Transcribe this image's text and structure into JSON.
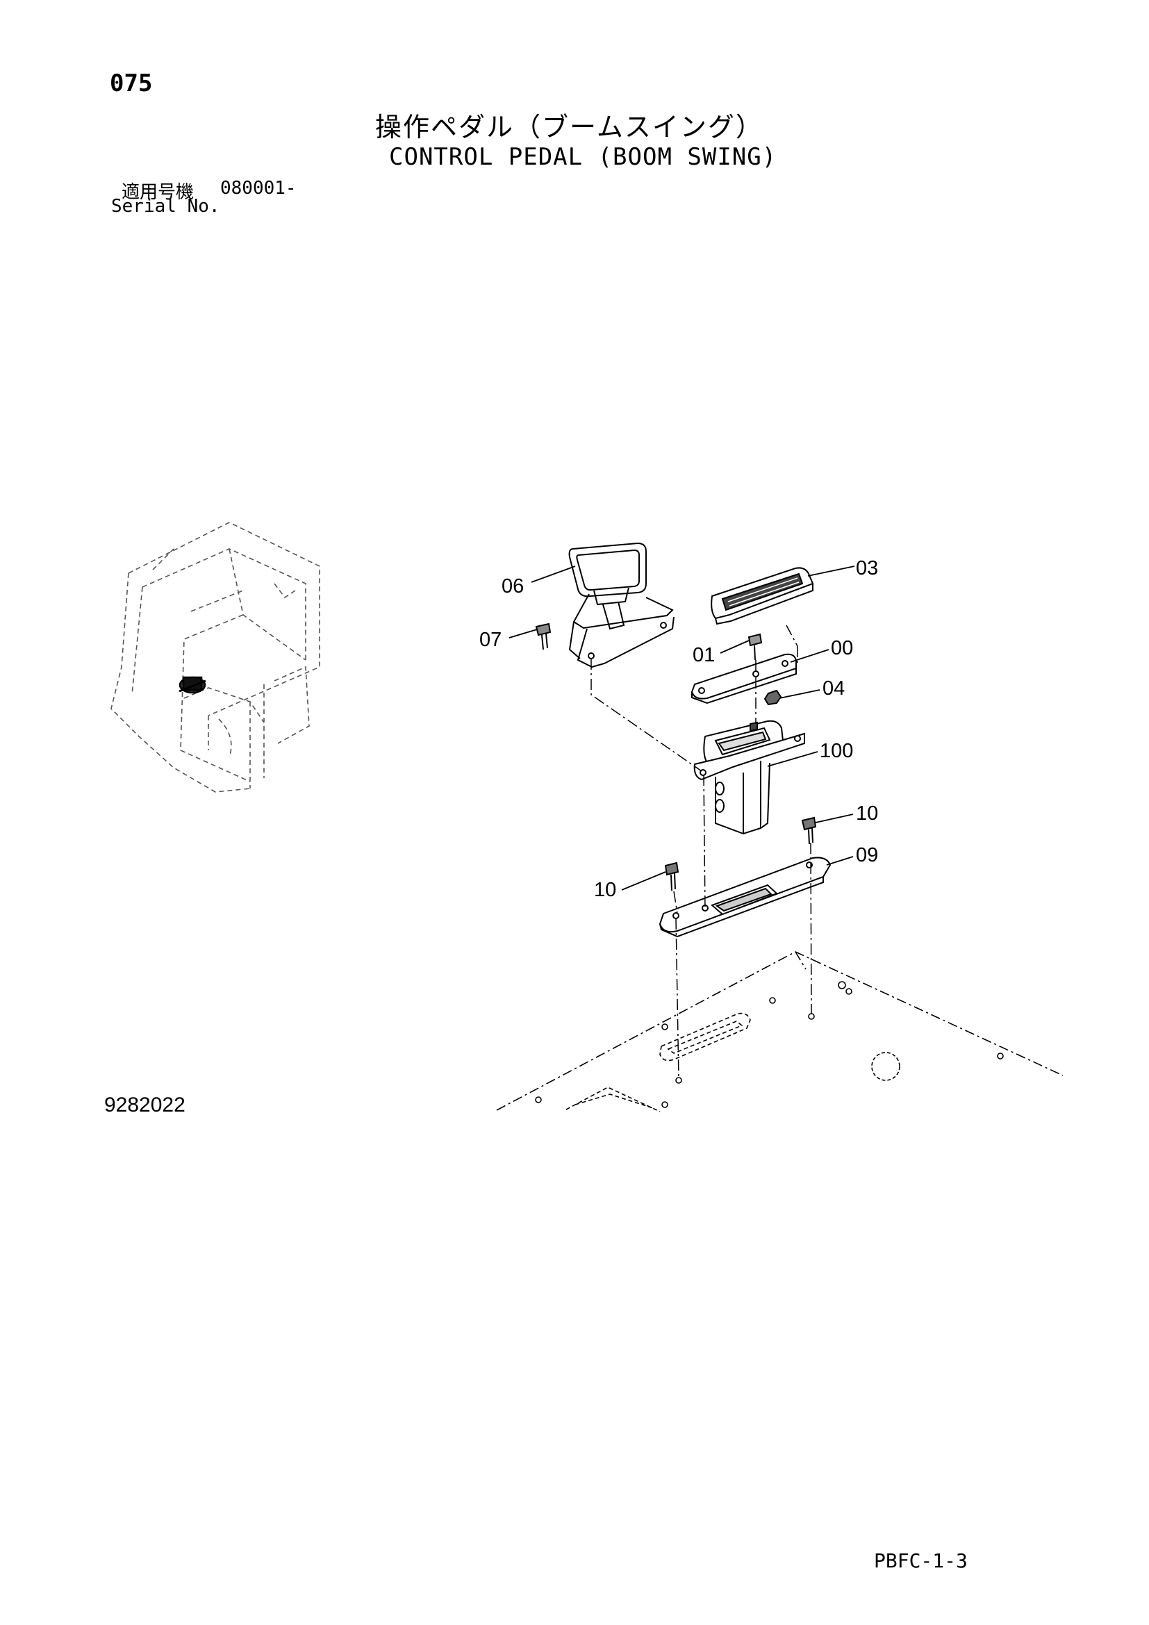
{
  "header": {
    "page_number": "075",
    "title_jp": "操作ペダル（ブームスイング）",
    "title_en": "CONTROL PEDAL (BOOM SWING)"
  },
  "serial": {
    "label_jp": "適用号機",
    "value": "080001-",
    "label_en": "Serial No."
  },
  "callouts": {
    "c06": "06",
    "c03": "03",
    "c07": "07",
    "c01": "01",
    "c00": "00",
    "c04": "04",
    "c100": "100",
    "c10a": "10",
    "c09": "09",
    "c10b": "10"
  },
  "footer": {
    "figure_number": "9282022",
    "page_code": "PBFC-1-3"
  }
}
